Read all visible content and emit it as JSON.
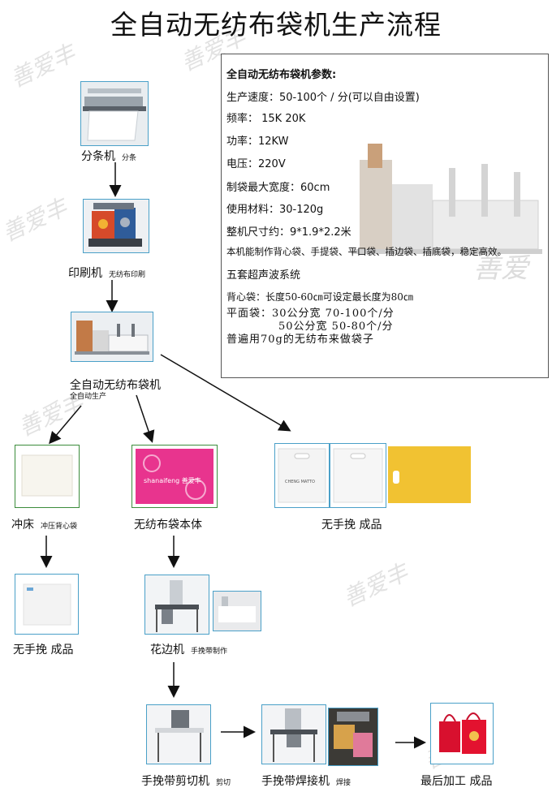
{
  "title": "全自动无纺布袋机生产流程",
  "specs": {
    "heading": "全自动无纺布袋机参数:",
    "lines": [
      "生产速度：50-100个 / 分(可以自由设置)",
      "频率： 15K 20K",
      "功率：12KW",
      "电压：220V",
      "制袋最大宽度：60cm",
      "使用材料：30-120g",
      "整机尺寸约：9*1.9*2.2米",
      "本机能制作背心袋、手提袋、平口袋、插边袋、插底袋，稳定高效。",
      "五套超声波系统"
    ],
    "notes": [
      "背心袋：长度50-60㎝可设定最长度为80㎝",
      "平面袋：30公分宽 70-100个/分",
      "50公分宽 50-80个/分",
      "普遍用70g的无纺布来做袋子"
    ]
  },
  "steps": {
    "slitter": {
      "label": "分条机",
      "sub": "分条"
    },
    "printer": {
      "label": "印刷机",
      "sub": "无纺布印刷"
    },
    "bagmachine": {
      "label": "全自动无纺布袋机",
      "sub": "全自动生产"
    },
    "punch": {
      "label": "冲床",
      "sub": "冲压背心袋"
    },
    "punch_result": {
      "label": "无手挽 成品"
    },
    "bagbody": {
      "label": "无纺布袋本体",
      "bag_brand": "shanaifeng 善爱丰"
    },
    "noHandle": {
      "label": "无手挽 成品",
      "bag_text": "CHENG MATTO"
    },
    "lace": {
      "label": "花边机",
      "sub": "手挽带制作"
    },
    "cutter": {
      "label": "手挽带剪切机",
      "sub": "剪切"
    },
    "welder": {
      "label": "手挽带焊接机",
      "sub": "焊接"
    },
    "final": {
      "label": "最后加工 成品"
    }
  },
  "watermark": "善爱丰"
}
